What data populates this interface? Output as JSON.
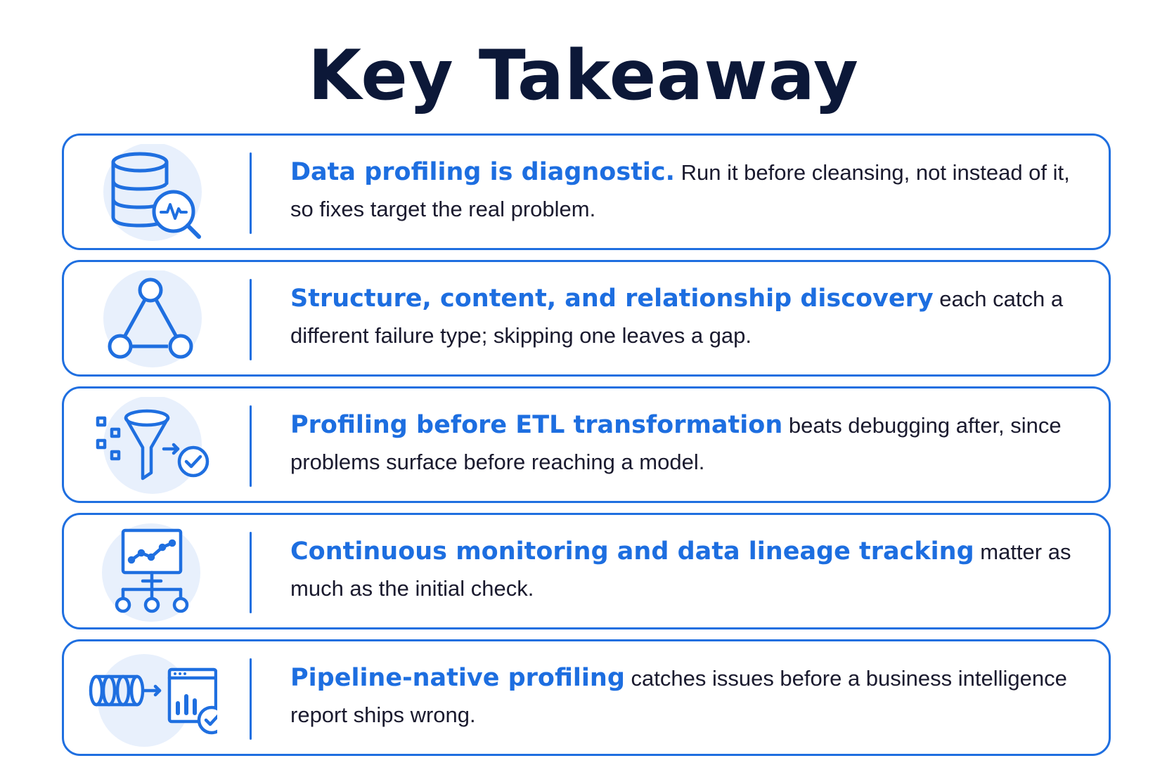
{
  "title": "Key Takeaway",
  "colors": {
    "accent": "#1f6fe0",
    "title": "#0c1838",
    "icon_bg": "#e8f0fc"
  },
  "takeaways": [
    {
      "icon": "database-search-icon",
      "lead": "Data profiling is diagnostic.",
      "body": " Run it before cleansing, not instead of it, so fixes target the real problem."
    },
    {
      "icon": "triangle-network-icon",
      "lead": "Structure, content, and relationship discovery",
      "body": " each catch a different failure type; skipping one leaves a gap."
    },
    {
      "icon": "funnel-check-icon",
      "lead": "Profiling before ETL transformation",
      "body": " beats debugging after, since problems surface before reaching a model."
    },
    {
      "icon": "monitoring-lineage-icon",
      "lead": "Continuous monitoring and data lineage tracking",
      "body": " matter as much as the initial check."
    },
    {
      "icon": "pipeline-dashboard-icon",
      "lead": "Pipeline-native profiling",
      "body": " catches issues before a business intelligence report ships wrong."
    }
  ]
}
